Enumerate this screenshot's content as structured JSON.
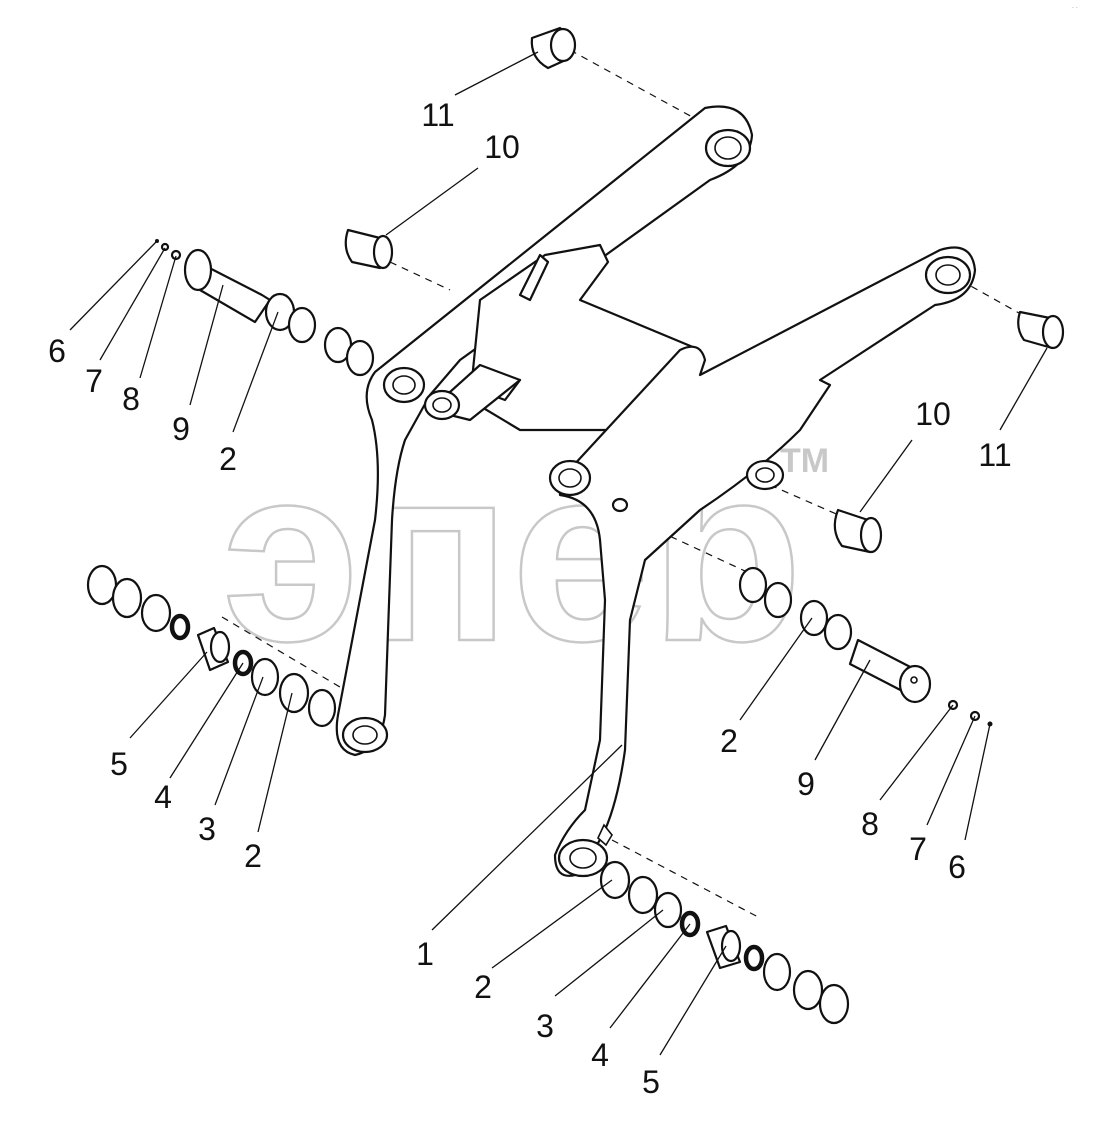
{
  "watermark": {
    "text": "эпеb",
    "trademark": "TM"
  },
  "corner_mark": "· ·",
  "callouts": [
    {
      "id": "c11a",
      "text": "11"
    },
    {
      "id": "c10a",
      "text": "10"
    },
    {
      "id": "c6a",
      "text": "6"
    },
    {
      "id": "c7a",
      "text": "7"
    },
    {
      "id": "c8a",
      "text": "8"
    },
    {
      "id": "c9a",
      "text": "9"
    },
    {
      "id": "c2a",
      "text": "2"
    },
    {
      "id": "c10b",
      "text": "10"
    },
    {
      "id": "c11b",
      "text": "11"
    },
    {
      "id": "c5a",
      "text": "5"
    },
    {
      "id": "c4a",
      "text": "4"
    },
    {
      "id": "c3a",
      "text": "3"
    },
    {
      "id": "c2b",
      "text": "2"
    },
    {
      "id": "c2c",
      "text": "2"
    },
    {
      "id": "c9b",
      "text": "9"
    },
    {
      "id": "c8b",
      "text": "8"
    },
    {
      "id": "c7b",
      "text": "7"
    },
    {
      "id": "c6b",
      "text": "6"
    },
    {
      "id": "c1",
      "text": "1"
    },
    {
      "id": "c2d",
      "text": "2"
    },
    {
      "id": "c3b",
      "text": "3"
    },
    {
      "id": "c4b",
      "text": "4"
    },
    {
      "id": "c5b",
      "text": "5"
    }
  ]
}
